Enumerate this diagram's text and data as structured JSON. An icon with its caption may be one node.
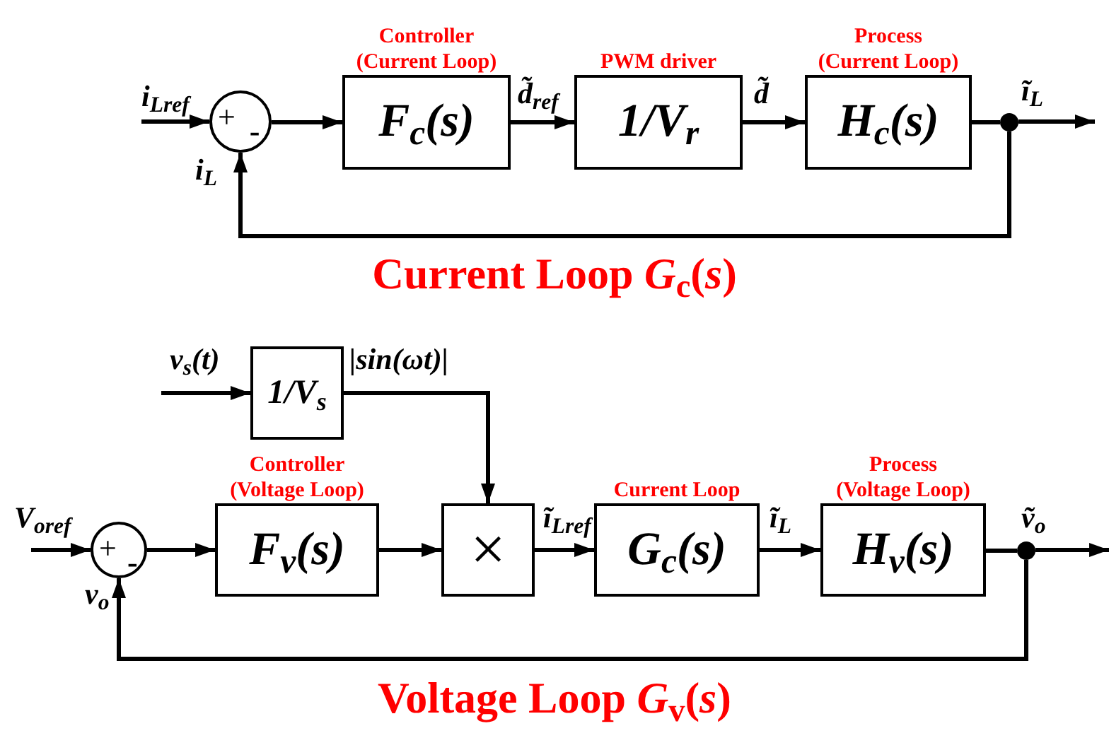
{
  "diagram": {
    "nodes": [
      {
        "text": [
          "+",
          "-"
        ]
      },
      {
        "text": [
          "Controller (Current Loop)",
          "F$_{c}$(s)"
        ]
      },
      {
        "text": [
          "PWM driver",
          "1/V$_{r}$"
        ]
      },
      {
        "text": [
          "Process (Current Loop)",
          "H$_{c}$(s)"
        ]
      },
      {
        "text": [],
        "shape": "circle"
      },
      {
        "text": [
          "+",
          "-"
        ]
      },
      {
        "text": [
          "1/V$_{s}$"
        ]
      },
      {
        "text": [
          "Controller (Voltage Loop)",
          "F$_{v}$(s)"
        ]
      },
      {
        "text": [
          "×"
        ]
      },
      {
        "text": [
          "Current Loop",
          "G$_{c}$(s)"
        ]
      },
      {
        "text": [
          "Process (Voltage Loop)",
          "H$_{v}$(s)"
        ]
      },
      {
        "text": [],
        "shape": "circle"
      }
    ],
    "edges": [
      {
        "from": null,
        "to": 0,
        "arrow": "to",
        "label": "i$_{Lref}$"
      },
      {
        "from": 0,
        "to": 1,
        "arrow": "to"
      },
      {
        "from": 1,
        "to": 2,
        "arrow": "to",
        "label": "d̃$_{ref}$"
      },
      {
        "from": 2,
        "to": 3,
        "arrow": "to",
        "label": "d̃"
      },
      {
        "from": 3,
        "to": 4,
        "arrow": "none"
      },
      {
        "from": 4,
        "to": null,
        "arrow": "to",
        "label": "ĩ$_{L}$"
      },
      {
        "from": 4,
        "to": 0,
        "arrow": "to",
        "label": "i$_{L}$"
      },
      {
        "from": null,
        "to": 5,
        "arrow": "to",
        "label": "V$_{oref}$"
      },
      {
        "from": null,
        "to": 6,
        "arrow": "to",
        "label": "v$_{s}$(t)"
      },
      {
        "from": 6,
        "to": 8,
        "arrow": "to",
        "label": "|sin(ωt)|"
      },
      {
        "from": 5,
        "to": 7,
        "arrow": "to"
      },
      {
        "from": 7,
        "to": 8,
        "arrow": "to"
      },
      {
        "from": 8,
        "to": 9,
        "arrow": "to",
        "label": "ĩ$_{Lref}$"
      },
      {
        "from": 9,
        "to": 10,
        "arrow": "to",
        "label": "ĩ$_{L}$"
      },
      {
        "from": 10,
        "to": 11,
        "arrow": "none"
      },
      {
        "from": 11,
        "to": null,
        "arrow": "to",
        "label": "ṽ$_{o}$"
      },
      {
        "from": 11,
        "to": 5,
        "arrow": "to",
        "label": "v$_{o}$"
      }
    ],
    "labels": [
      "Current Loop *G*$_{c}$(*s*)",
      "Voltage Loop *G*$_{v}$(*s*)"
    ]
  }
}
